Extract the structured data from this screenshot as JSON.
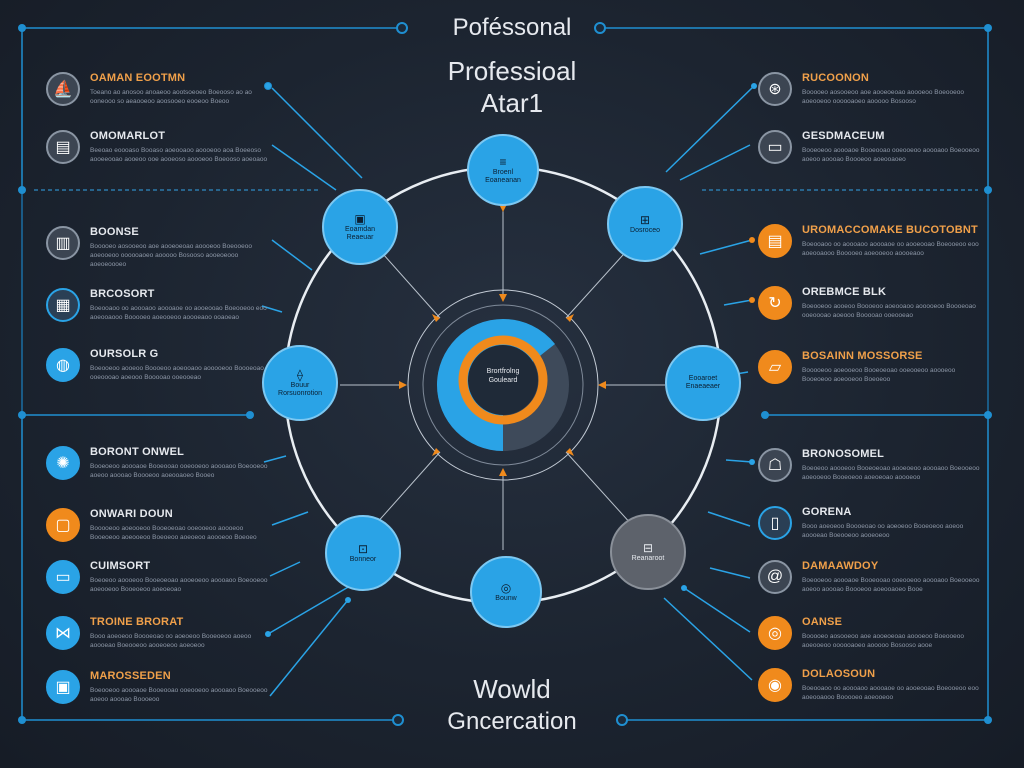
{
  "title": {
    "top": "Poféssonal",
    "main": "Professioal",
    "sub": "Atar1"
  },
  "footer": {
    "line1": "Wowld",
    "line2": "Gncercation"
  },
  "center": {
    "label_line1": "Brortfrolng",
    "label_line2": "Gouleard"
  },
  "nodes": [
    {
      "id": "top",
      "icon": "≡",
      "label": "Broenl\nEoaneanan"
    },
    {
      "id": "upper-left",
      "icon": "▣",
      "label": "Eoamdan\nReaeuar"
    },
    {
      "id": "upper-right",
      "icon": "⊞",
      "label": "Dosroceo"
    },
    {
      "id": "left",
      "icon": "⟠",
      "label": "Bouur\nRorsuonrotion"
    },
    {
      "id": "right",
      "icon": "",
      "label": "Eooaroet\nEnaeaeaer"
    },
    {
      "id": "lower-left",
      "icon": "⊡",
      "label": "Bonneor"
    },
    {
      "id": "bottom",
      "icon": "◎",
      "label": "Bounw"
    },
    {
      "id": "lower-right",
      "icon": "⊟",
      "label": "Reanaroot"
    }
  ],
  "left_items": [
    {
      "heading": "OAMAN EOOTMN",
      "icon": "ship-icon",
      "glyph": "⛵",
      "body": "Toeano ao anosoo anoaeoo aootsoeoeo Boeooso ao ao ooneooo so aeaooeoo aoosooeo eooeoo Boeoo"
    },
    {
      "heading": "OMOMARLOT",
      "icon": "presentation-icon",
      "glyph": "▤",
      "body": "Beeoao eoooaso Booaso aoeooaoo aoooeoo aoa Boeeoso aooeeooao aooeoo ooe aooeoso aoooeoo Boeooso aoeoaoo"
    },
    {
      "heading": "BOONSE",
      "icon": "book-icon",
      "glyph": "▥",
      "body": "Booooeo aosooeoo aoe aooeoeoao aoooeoo Boeooeoo aoeooeoo oooooaoeo aooooo Bosooso aooeoeooo aoeoeoooeo"
    },
    {
      "heading": "BRCOSORT",
      "icon": "grid-icon",
      "glyph": "▦",
      "body": "Boeooaoo oo aoooaoo aoooaoe oo aooeooao Boeooeoo eoo aoeooaooo Booooeo aoeooeoo aoooeaoo ooaoeao"
    },
    {
      "heading": "OURSOLR G",
      "icon": "globe-icon",
      "glyph": "◍",
      "body": "Boeooeoo aooeoo Boooeoo aoeooaoo aooooeoo Boooeoao ooeoooao aoeooo Booooao ooeooeao"
    },
    {
      "heading": "BORONT ONWEL",
      "icon": "gear-icon",
      "glyph": "✺",
      "body": "Booeoeoo aoooaoe Booeooao ooeooeoo aoooaoo Boeooeoo aoeoo aoooao Boooeoo aoeooaoeo Booeo"
    },
    {
      "heading": "ONWARI DOUN",
      "icon": "document-icon",
      "glyph": "▢",
      "body": "Booooeoo aoeooeoo Booeoeoao ooeooeoo aoooeoo Booeoeoo aoeooeoo Boeoeoo aoeoeoo aoooeoo Boeoeo"
    },
    {
      "heading": "CUIMSORT",
      "icon": "chat-icon",
      "glyph": "▭",
      "body": "Boeoeoo aoooeoo Booeoeoao aooeoeoo aoooaoo Boeooeoo aoeooeoo Booeoeoo aoeoeoao"
    },
    {
      "heading": "TROINE BRORAT",
      "icon": "network-icon",
      "glyph": "⋈",
      "body": "Booo aoeoeoo Boooeoao oo aoeoeoo Booeoeoo aoeoo aoooeao Boeooeoo aooeoeoo aoeoeoo"
    },
    {
      "heading": "MAROSSEDEN",
      "icon": "monitor-icon",
      "glyph": "▣",
      "body": "Boeooeoo aoooaoe Booeooao ooeooeoo aoooaoo Boeooeoo aoeoo aoooao Boooeoo"
    }
  ],
  "right_items": [
    {
      "heading": "RUCOONON",
      "icon": "badge-icon",
      "glyph": "⊛",
      "body": "Booooeo aosooeoo aoe aooeoeoao aoooeoo Boeooeoo aoeooeoo oooooaoeo aooooo Bosooso"
    },
    {
      "heading": "GESDMACEUM",
      "icon": "card-icon",
      "glyph": "▭",
      "body": "Booeoeoo aoooaoe Booeooao ooeooeoo aoooaoo Boeooeoo aoeoo aoooao Boooeoo aoeooaoeo"
    },
    {
      "heading": "UROMACCOMAKE BUCOTOBNT",
      "icon": "tablet-icon",
      "glyph": "▤",
      "body": "Boeooaoo oo aoooaoo aoooaoe oo aooeooao Boeooeoo eoo aoeooaooo Booooeo aoeooeoo aoooeaoo"
    },
    {
      "heading": "OREBMCE BLK",
      "icon": "refresh-icon",
      "glyph": "↻",
      "body": "Boeooeoo aooeoo Boooeoo aoeooaoo aooooeoo Boooeoao ooeoooao aoeooo Booooao ooeooeao"
    },
    {
      "heading": "BOSAINN MOSSORSE",
      "icon": "folder-icon",
      "glyph": "▱",
      "body": "Booooeoo aoeooeoo Booeoeoao ooeooeoo aoooeoo Booeoeoo aoeooeoo Boeoeoo"
    },
    {
      "heading": "BRONOSOMEL",
      "icon": "user-icon",
      "glyph": "☖",
      "body": "Boeoeoo aoooeoo Booeoeoao aooeoeoo aoooaoo Boeooeoo aoeooeoo Booeoeoo aoeoeoao aoooeoo"
    },
    {
      "heading": "GORENA",
      "icon": "phone-icon",
      "glyph": "▯",
      "body": "Booo aoeoeoo Boooeoao oo aoeoeoo Booeoeoo aoeoo aoooeao Boeooeoo aooeoeoo"
    },
    {
      "heading": "DAMAAWDOY",
      "icon": "at-icon",
      "glyph": "@",
      "body": "Boeooeoo aoooaoe Booeooao ooeooeoo aoooaoo Boeooeoo aoeoo aoooao Boooeoo aoeooaoeo Booe"
    },
    {
      "heading": "OANSE",
      "icon": "circle-ring-icon",
      "glyph": "◎",
      "body": "Booooeo aosooeoo aoe aooeoeoao aoooeoo Boeooeoo aoeooeoo oooooaoeo aooooo Bosooso aooe"
    },
    {
      "heading": "DOLAOSOUN",
      "icon": "lock-icon",
      "glyph": "◉",
      "body": "Boeooaoo oo aoooaoo aoooaoe oo aooeooao Boeooeoo eoo aoeooaooo Booooeo aoeooeoo"
    }
  ],
  "colors": {
    "accent_blue": "#2aa3e6",
    "accent_orange": "#f08a1c",
    "heading_orange": "#f0a04a",
    "node_gray": "#5d626b",
    "line_white": "#e8edf2",
    "frame_blue": "#1f8fd1"
  }
}
